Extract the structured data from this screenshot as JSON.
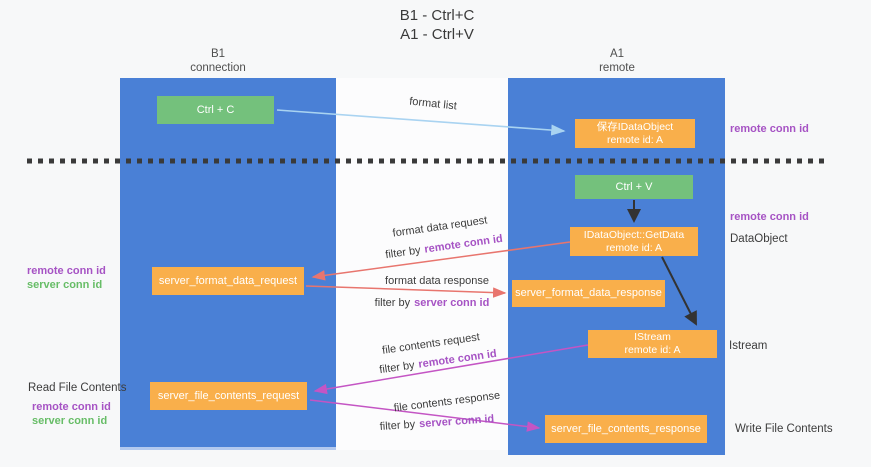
{
  "title": {
    "line1": "B1 - Ctrl+C",
    "line2": "A1 - Ctrl+V"
  },
  "lanes": {
    "left": {
      "name": "B1",
      "role": "connection"
    },
    "right": {
      "name": "A1",
      "role": "remote"
    }
  },
  "nodes": {
    "ctrl_c": {
      "label": "Ctrl + C"
    },
    "ctrl_v": {
      "label": "Ctrl + V"
    },
    "save_idataobject": {
      "line1": "保存IDataObject",
      "line2": "remote id: A"
    },
    "getdata": {
      "line1": "IDataObject::GetData",
      "line2": "remote id: A"
    },
    "istream": {
      "line1": "IStream",
      "line2": "remote id: A"
    },
    "fmt_request": {
      "label": "server_format_data_request"
    },
    "fmt_response": {
      "label": "server_format_data_response"
    },
    "file_request": {
      "label": "server_file_contents_request"
    },
    "file_response": {
      "label": "server_file_contents_response"
    }
  },
  "flow": {
    "format_list": "format list",
    "format_data_request": "format data request",
    "format_data_response": "format data response",
    "file_contents_request": "file contents request",
    "file_contents_response": "file contents response",
    "filter_by": "filter by",
    "remote_conn_id": "remote conn id",
    "server_conn_id": "server conn id"
  },
  "side": {
    "remote_conn_id": "remote conn id",
    "server_conn_id": "server conn id",
    "dataobject": "DataObject",
    "istream": "Istream",
    "read_file_contents": "Read File Contents",
    "write_file_contents": "Write File Contents"
  },
  "colors": {
    "lane_blue": "#4a80d6",
    "node_orange": "#f9af4b",
    "node_green": "#74c17c",
    "remote_conn_purple": "#a653c4",
    "server_conn_green": "#67bd67",
    "arrow_red": "#e8756e",
    "arrow_magenta": "#c455c4",
    "arrow_lightblue": "#a9d3f1",
    "arrow_black": "#333333"
  }
}
